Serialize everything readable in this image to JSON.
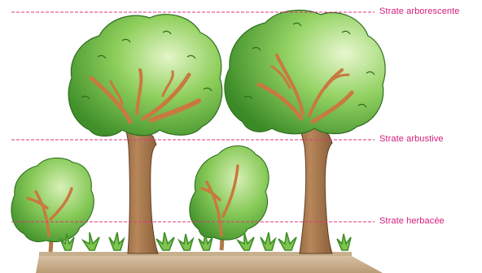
{
  "strata": [
    {
      "id": "arborescente",
      "label": "Strate arborescente"
    },
    {
      "id": "arbustive",
      "label": "Strate arbustive"
    },
    {
      "id": "herbacee",
      "label": "Strate herbacée"
    }
  ],
  "colors": {
    "guide_line": "#e0307f",
    "label_text": "#d81b7a",
    "foliage_light": "#bfe59a",
    "foliage_mid": "#7fc44f",
    "foliage_dark": "#3f8f2a",
    "trunk": "#b07a4a",
    "trunk_dark": "#7a5232",
    "branch": "#d4864a",
    "soil": "#c9ad8a"
  }
}
